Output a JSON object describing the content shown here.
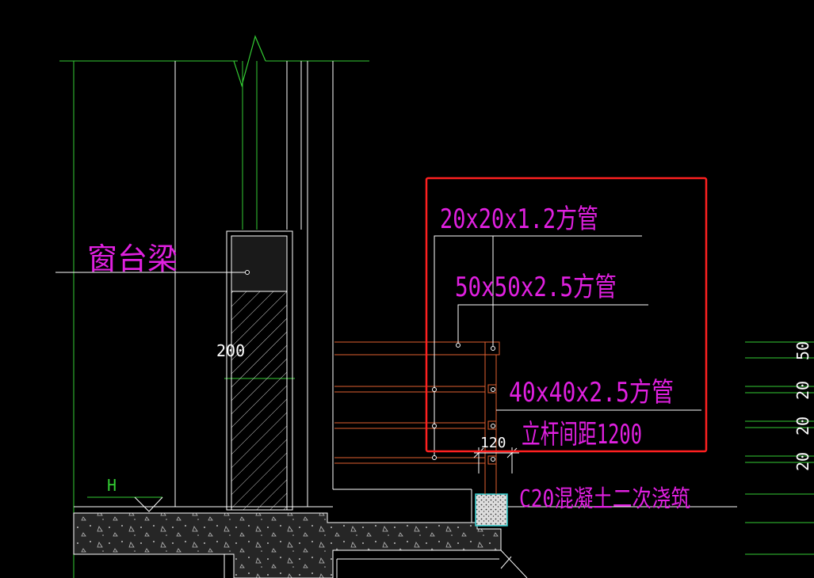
{
  "annotations": {
    "sill_beam": "窗台梁",
    "pipe_small": "20x20x1.2方管",
    "pipe_large": "50x50x2.5方管",
    "pipe_mid": "40x40x2.5方管",
    "post_spacing": "立杆间距1200",
    "concrete": "C20混凝土二次浇筑",
    "wall_dim": "200",
    "curb_dim": "120",
    "elevation_mark": "H"
  },
  "right_dimensions": [
    "50",
    "20",
    "20",
    "20"
  ],
  "colors": {
    "background": "#000000",
    "outline": "#ffffff",
    "axis": "#33cc33",
    "text": "#e020e0",
    "railing": "#e06030",
    "highlight": "#ff2020",
    "concrete_fill": "#2a2a2a"
  }
}
